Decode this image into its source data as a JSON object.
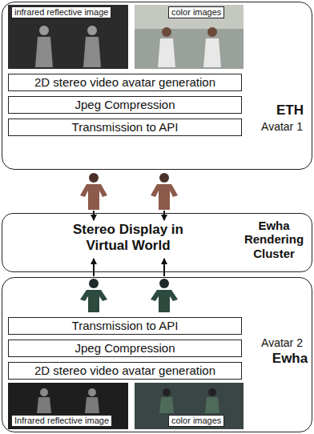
{
  "diagram": {
    "nodes": [
      {
        "text": [
          "ETH",
          "Avatar 1"
        ]
      },
      {
        "text": [
          "infrared reflective image"
        ],
        "in": 0
      },
      {
        "text": [
          "color images"
        ],
        "in": 0
      },
      {
        "text": [
          "2D stereo video avatar generation"
        ],
        "in": 0
      },
      {
        "text": [
          "Jpeg Compression"
        ],
        "in": 0
      },
      {
        "text": [
          "Transmission to API"
        ],
        "in": 0
      },
      {
        "text": [
          "Stereo Display in Virtual World",
          "Ewha Rendering Cluster"
        ]
      },
      {
        "text": [
          "Avatar 2",
          "Ewha"
        ]
      },
      {
        "text": [
          "Transmission to API"
        ],
        "in": 7
      },
      {
        "text": [
          "Jpeg Compression"
        ],
        "in": 7
      },
      {
        "text": [
          "2D stereo video avatar generation"
        ],
        "in": 7
      },
      {
        "text": [
          "Infrared reflective image"
        ],
        "in": 7
      },
      {
        "text": [
          "color images"
        ],
        "in": 7
      }
    ]
  }
}
